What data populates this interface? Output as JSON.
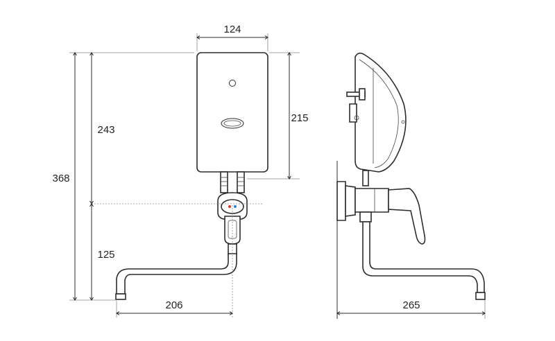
{
  "dimensions": {
    "front_width": "124",
    "front_height_heater": "215",
    "height_to_mixer": "243",
    "total_height": "368",
    "mixer_to_spout": "125",
    "spout_reach_front": "206",
    "total_depth_side": "265"
  },
  "colors": {
    "line": "#2b2b2b",
    "hot_indicator": "#d9342b",
    "cold_indicator": "#2f7fd1"
  }
}
